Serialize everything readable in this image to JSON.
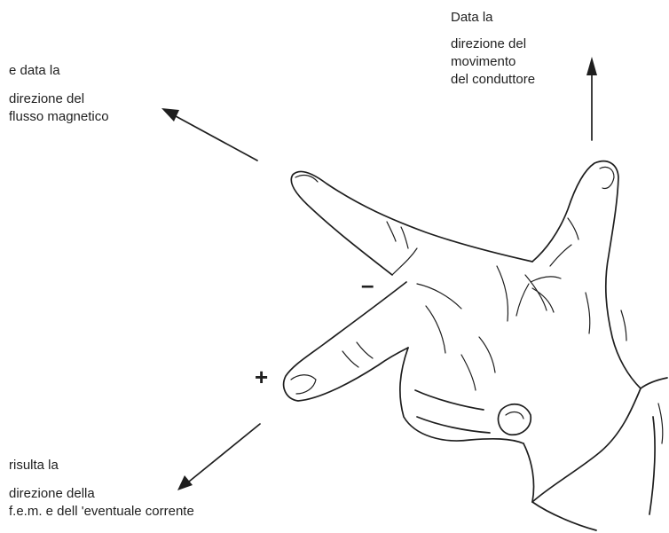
{
  "motion": {
    "lead": "Data la",
    "lines": [
      "direzione del",
      "movimento",
      "del conduttore"
    ]
  },
  "flux": {
    "lead": "e data  la",
    "lines": [
      "direzione del",
      "flusso magnetico"
    ]
  },
  "result": {
    "lead": "risulta la",
    "lines": [
      "direzione della",
      "f.e.m. e dell 'eventuale corrente"
    ]
  },
  "signs": {
    "minus": "–",
    "plus": "+"
  }
}
